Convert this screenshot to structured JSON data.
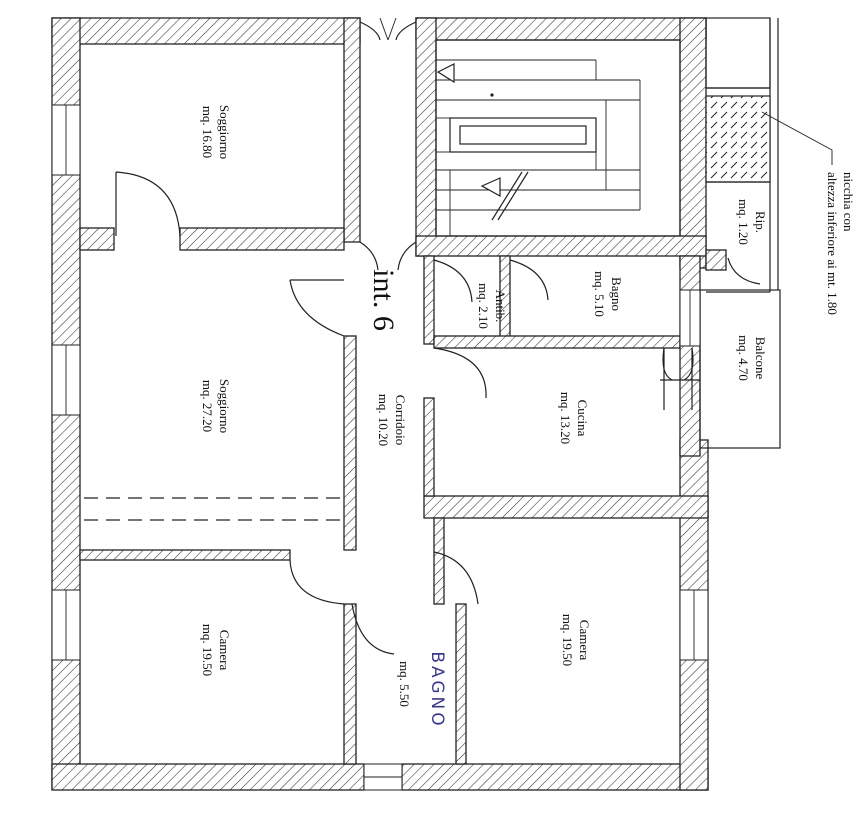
{
  "plan": {
    "unit_label": "int. 6",
    "rooms": [
      {
        "name": "Soggiorno",
        "area": "mq. 16.80"
      },
      {
        "name": "Soggiorno",
        "area": "mq. 27.20"
      },
      {
        "name": "Camera",
        "area": "mq. 19.50"
      },
      {
        "name": "Corridoio",
        "area": "mq. 10.20"
      },
      {
        "name": "Antib.",
        "area": "mq. 2.10"
      },
      {
        "name": "Bagno",
        "area": "mq. 5.10"
      },
      {
        "name": "Cucina",
        "area": "mq. 13.20"
      },
      {
        "name": "Camera",
        "area": "mq. 19.50"
      },
      {
        "name": "Rip.",
        "area": "mq. 1.20"
      },
      {
        "name": "Balcone",
        "area": "mq. 4.70"
      },
      {
        "name": "BAGNO",
        "area": "mq. 5.50"
      }
    ],
    "note": {
      "line1": "nicchia con",
      "line2": "altezza inferiore ai mt. 1.80"
    }
  }
}
